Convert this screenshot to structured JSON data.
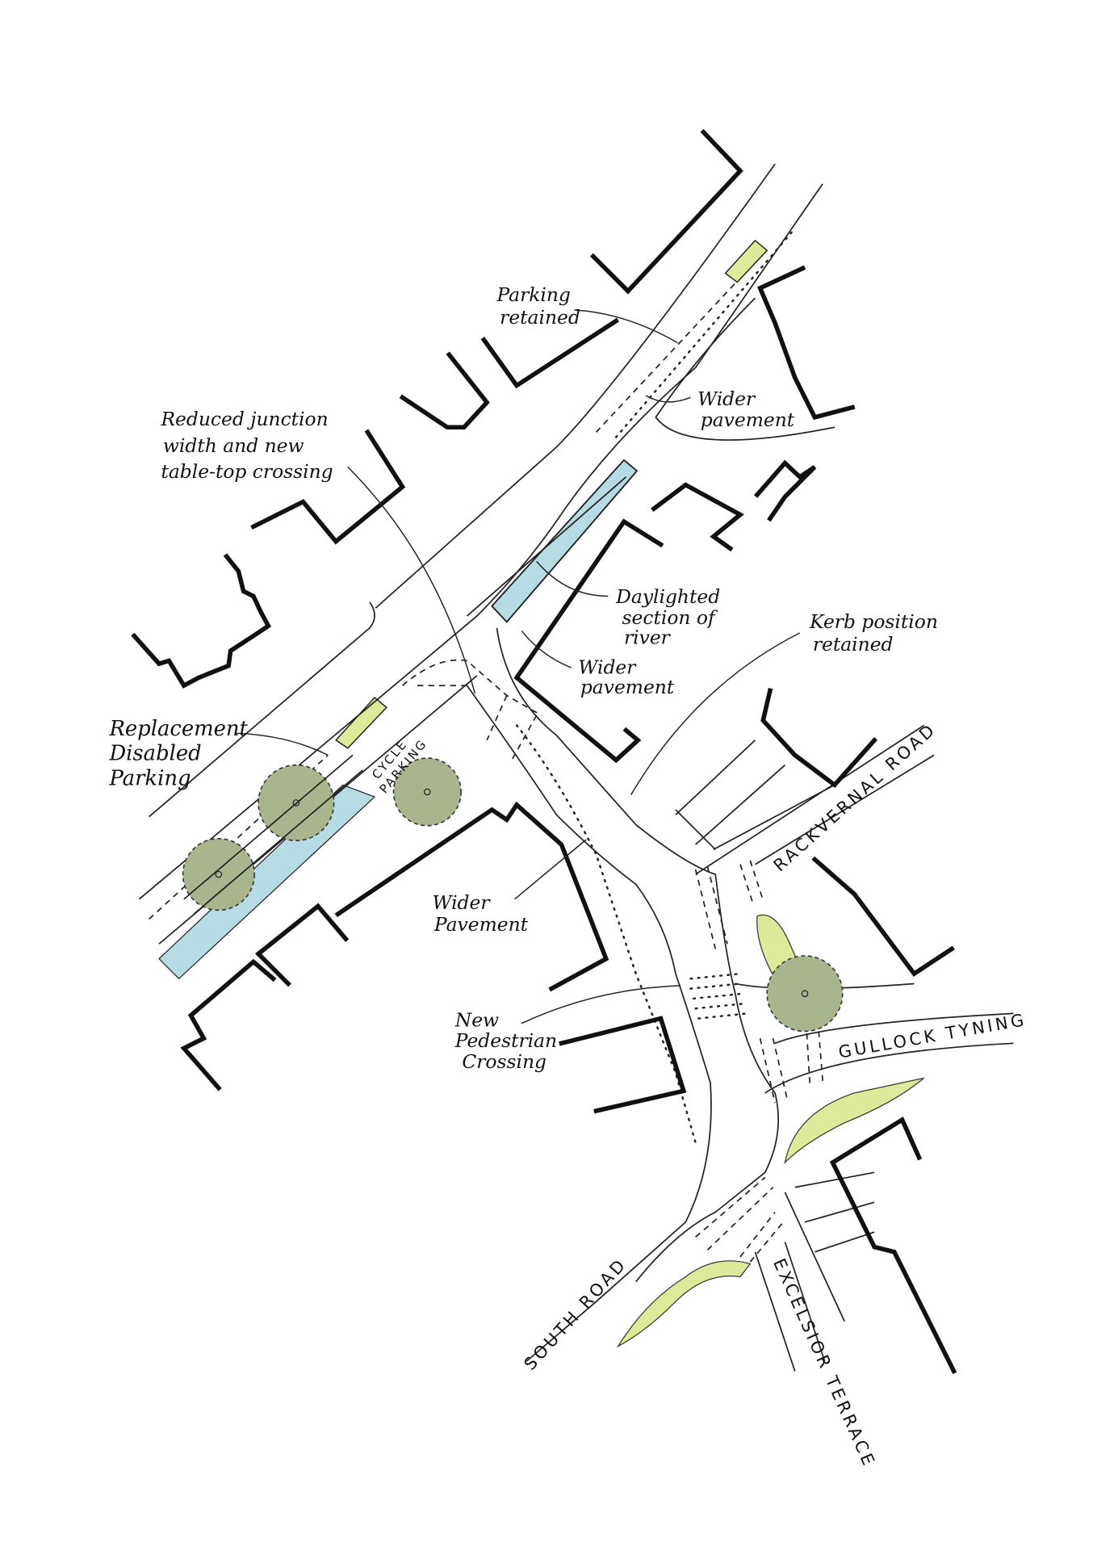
{
  "colors": {
    "river": "#b7dbe2",
    "verge": "#dfe99a",
    "tree": "#a9b68d",
    "ink": "#111111"
  },
  "labels": {
    "parking_retained": [
      "Parking",
      "retained"
    ],
    "wider_pavement_top": [
      "Wider",
      "pavement"
    ],
    "reduced_junction": [
      "Reduced junction",
      "width and new",
      "table-top crossing"
    ],
    "daylighted_river": [
      "Daylighted",
      "section of",
      "river"
    ],
    "wider_pavement_mid": [
      "Wider",
      "pavement"
    ],
    "kerb_position": [
      "Kerb position",
      "retained"
    ],
    "replacement_parking": [
      "Replacement",
      "Disabled",
      "Parking"
    ],
    "cycle_parking": [
      "CYCLE",
      "PARKING"
    ],
    "wider_pavement_low": [
      "Wider",
      "Pavement"
    ],
    "new_crossing": [
      "New",
      "Pedestrian",
      "Crossing"
    ]
  },
  "roads": {
    "rackvernal": "RACKVERNAL ROAD",
    "gullock": "GULLOCK TYNING",
    "south": "SOUTH ROAD",
    "excelsior": "EXCELSIOR TERRACE"
  }
}
